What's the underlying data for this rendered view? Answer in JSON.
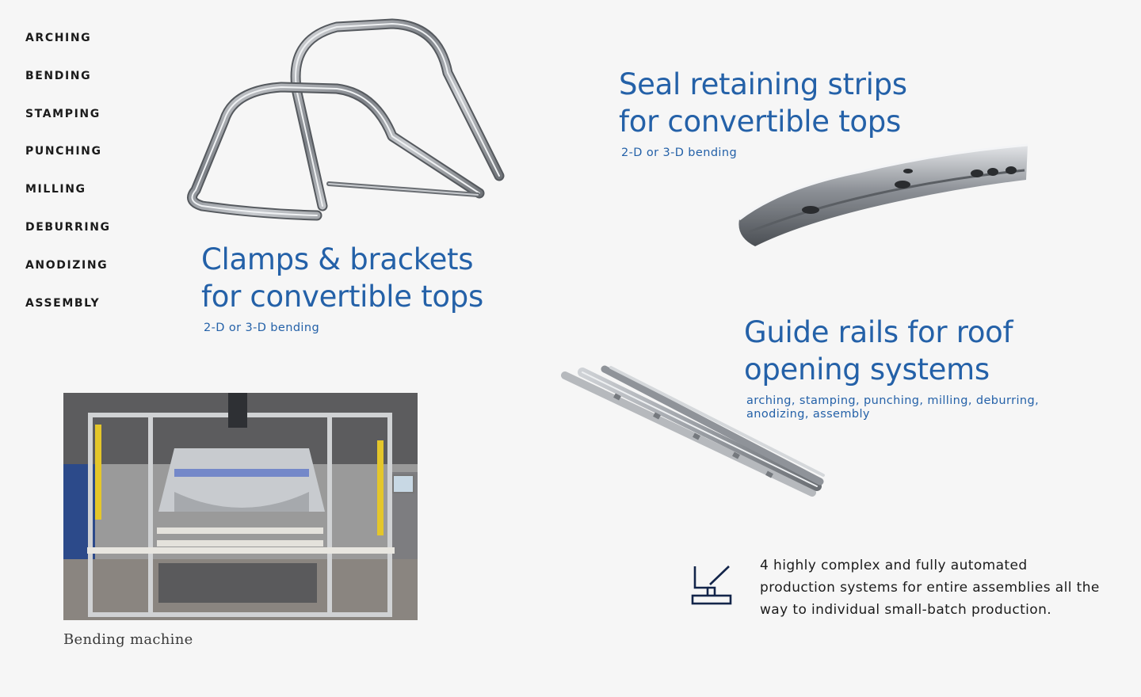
{
  "nav": {
    "items": [
      "ARCHING",
      "BENDING",
      "STAMPING",
      "PUNCHING",
      "MILLING",
      "DEBURRING",
      "ANODIZING",
      "ASSEMBLY"
    ]
  },
  "products": {
    "clamps": {
      "title_line1": "Clamps & brackets",
      "title_line2": "for convertible tops",
      "subtitle": "2-D or 3-D bending"
    },
    "seal": {
      "title_line1": "Seal retaining strips",
      "title_line2": "for convertible tops",
      "subtitle": "2-D or 3-D bending"
    },
    "guide": {
      "title_line1": "Guide rails for roof",
      "title_line2": "opening systems",
      "subtitle_line1": "arching, stamping, punching, milling, deburring,",
      "subtitle_line2": "anodizing, assembly"
    }
  },
  "photo": {
    "caption": "Bending machine"
  },
  "feature": {
    "icon": "machine-icon",
    "text_line1": "4 highly complex and fully automated",
    "text_line2": "production systems for entire assemblies all the",
    "text_line3": "way to individual small-batch production."
  },
  "colors": {
    "accent": "#2461a8",
    "background": "#f6f6f6",
    "text": "#1b1b1b"
  }
}
